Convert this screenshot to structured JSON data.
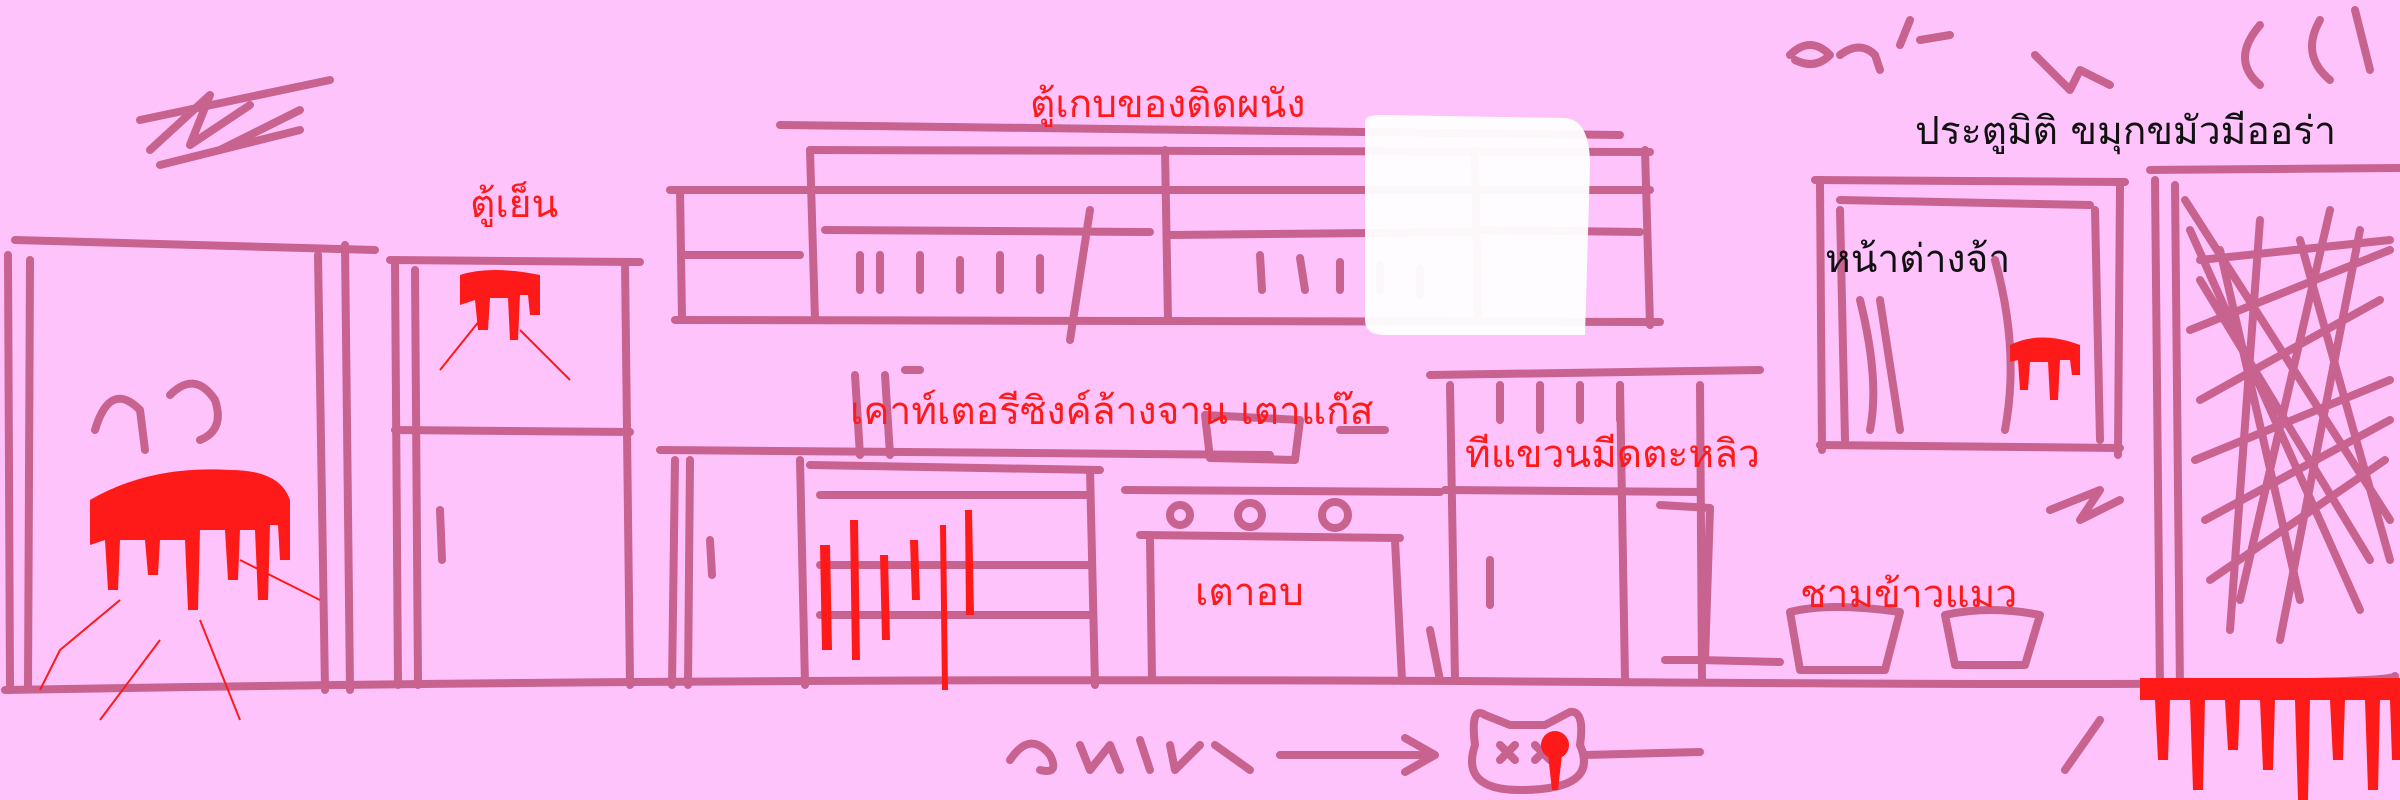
{
  "colors": {
    "background": "#FFC3FC",
    "sketch": "#C8628E",
    "label_red": "#FF1A1A",
    "label_black": "#111111",
    "blood": "#FF1A1A",
    "window_glow": "#FFFFFF"
  },
  "labels": {
    "wall_cabinet": "ตู้เกบของติดผนัง",
    "fridge": "ตู้เย็น",
    "counter": "เคาท์เตอรีซิงค์ล้างจาน เตาแก๊ส",
    "knife_rack": "ทีแขวนมีดตะหลิว",
    "oven": "เตาอบ",
    "window": "หน้าต่างจ้า",
    "cat_bowls": "ชามข้าวแมว",
    "door": "ประตูมิติ ขมุกขมัวมีออร่า"
  },
  "icons": [
    "scribble-top-left",
    "aura-scribble",
    "blood-splatter",
    "dead-cat-doodle",
    "arrow-right"
  ]
}
